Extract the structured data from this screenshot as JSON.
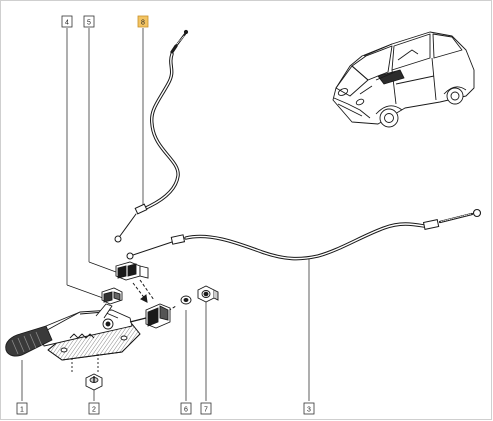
{
  "callouts": {
    "c1": "1",
    "c2": "2",
    "c3": "3",
    "c4": "4",
    "c5": "5",
    "c6": "6",
    "c7": "7",
    "c8": "8"
  },
  "colors": {
    "line": "#1a1a1a",
    "highlight_box": "#f3c463",
    "highlight_border": "#c8912a",
    "callout_border": "#333333",
    "grip": "#3a3a3a",
    "border": "#bdbdbd"
  },
  "icons": {
    "car": "car-icon",
    "lever": "handbrake-lever-icon",
    "cable": "cable-icon"
  }
}
